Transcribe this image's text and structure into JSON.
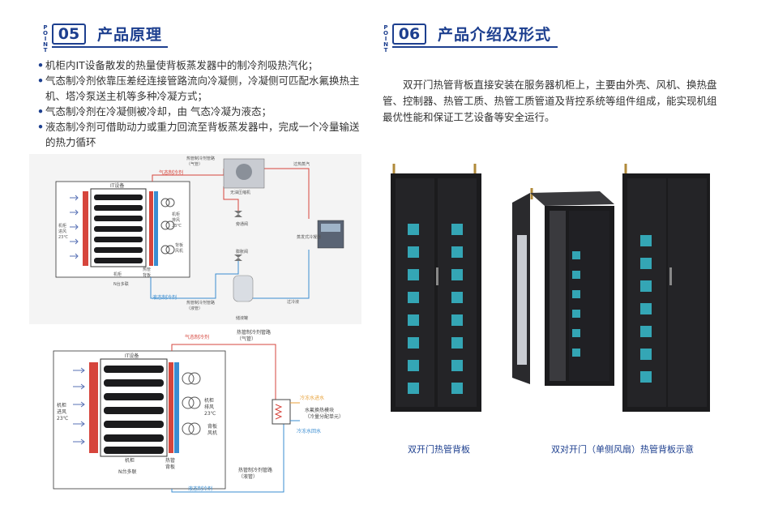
{
  "left_section": {
    "point_tag": "POINT",
    "number": "05",
    "title": "产品原理",
    "bullets": [
      "机柜内IT设备散发的热量使背板蒸发器中的制冷剂吸热汽化；",
      "气态制冷剂依靠压差经连接管路流向冷凝侧，冷凝侧可匹配水氟换热主机、塔冷泵送主机等多种冷凝方式；",
      "气态制冷剂在冷凝侧被冷却，由 气态冷凝为液态；",
      "液态制冷剂可借助动力或重力回流至背板蒸发器中，完成一个冷量输送 的热力循环"
    ]
  },
  "right_section": {
    "point_tag": "POINT",
    "number": "06",
    "title": "产品介绍及形式",
    "intro": "双开门热管背板直接安装在服务器机柜上，主要由外壳、风机、换热盘管、控制器、热管工质、热管工质管道及背控系统等组件组成，能实现机组最优性能和保证工艺设备等安全运行。",
    "captions": {
      "left": "双开门热管背板",
      "right": "双对开门（单侧风扇）热管背板示意"
    }
  },
  "diagram1": {
    "it_label": "IT设备",
    "gas_refrigerant": "气态制冷剂",
    "gas_pipe": "热管制冷剂管路\n（气管）",
    "compressor": "无油压缩机",
    "superheat": "过热蒸汽",
    "bypass_valve": "旁通阀",
    "evap_condenser": "蒸发式冷凝器",
    "expansion_valve": "膨胀阀",
    "liquid_refrigerant": "液态制冷剂",
    "liquid_pipe": "热管制冷剂管路\n（液管）",
    "subcooled": "过冷液",
    "receiver": "储液罐",
    "cabinet_in": "机柜\n进风\n23℃",
    "cabinet_out": "机柜\n排风\n23℃",
    "backplate_fan": "背板\n风机",
    "heatpipe_backplate": "热管\n背板",
    "cabinet": "机柜",
    "n_units": "N台多联"
  },
  "diagram2": {
    "it_label": "IT设备",
    "gas_refrigerant": "气态制冷剂",
    "gas_pipe": "热管制冷剂管路\n（气管）",
    "chilled_supply": "冷冻水进水",
    "chilled_return": "冷冻水回水",
    "exchanger": "水氟换热模块\n（冷量分配单元）",
    "liquid_refrigerant": "液态制冷剂",
    "liquid_pipe": "热管制冷剂管路\n（液管）",
    "cabinet_in": "机柜\n进风\n23℃",
    "cabinet_out": "机柜\n排风\n23℃",
    "backplate_fan": "背板\n风机",
    "heatpipe_backplate": "热管\n背板",
    "cabinet": "机柜",
    "n_units": "N台多联"
  },
  "colors": {
    "brand_blue": "#1d3f8f",
    "red_line": "#d6453c",
    "blue_line": "#3a8dd1",
    "cabinet_black": "#1b1b1d",
    "fan_cyan": "#38c7d9"
  }
}
